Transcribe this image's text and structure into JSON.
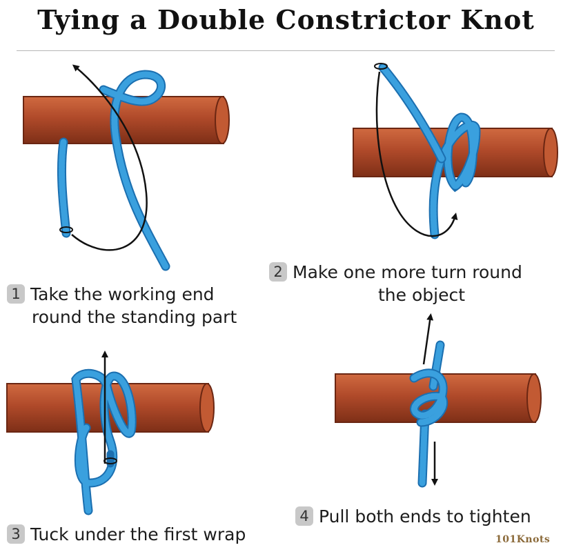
{
  "title": "Tying a Double Constrictor Knot",
  "steps": [
    {
      "number": "1",
      "line1": "Take the working end",
      "line2": "round the standing part"
    },
    {
      "number": "2",
      "line1": "Make one more turn round",
      "line2": "the object"
    },
    {
      "number": "3",
      "line1": "Tuck under the first wrap"
    },
    {
      "number": "4",
      "line1": "Pull both ends to tighten"
    }
  ],
  "logo": "101Knots",
  "colors": {
    "rod": "#b04a2a",
    "rod_dark": "#7e2f17",
    "rope": "#3aa0de",
    "rope_dark": "#1b6fb0",
    "arrow": "#111111"
  }
}
